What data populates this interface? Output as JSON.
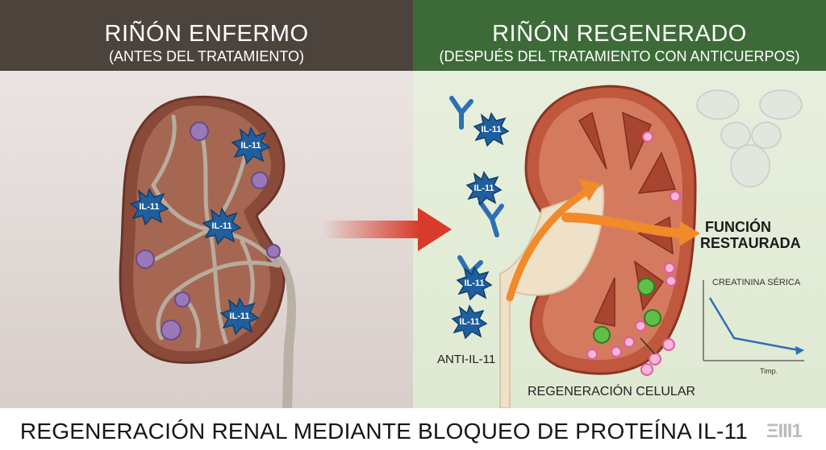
{
  "left": {
    "title": "RIÑÓN ENFERMO",
    "subtitle": "(ANTES DEL TRATAMIENTO)",
    "badges": [
      "IL-11",
      "IL-11",
      "IL-11",
      "IL-11"
    ]
  },
  "right": {
    "title": "RIÑÓN REGENERADO",
    "subtitle": "(DESPUÉS DEL TRATAMIENTO CON ANTICUERPOS)",
    "badges": [
      "IL-11",
      "IL-11",
      "IL-11",
      "IL-11"
    ],
    "antibody_label": "ANTI-IL-11",
    "function_line1": "FUNCIÓN",
    "function_line2": "RESTAURADA",
    "regeneration_label": "REGENERACIÓN CELULAR",
    "graph": {
      "title": "CREATININA SÉRICA",
      "xlabel": "Timp."
    }
  },
  "footer": {
    "title": "REGENERACIÓN RENAL MEDIANTE BLOQUEO DE PROTEÍNA IL-11",
    "watermark": "ΞΙΙΙ1"
  },
  "colors": {
    "left_header": "#4d433d",
    "right_header": "#3d6b38",
    "badge_blue": "#1f5f9e",
    "arrow_red": "#d83a2b",
    "arrow_orange": "#f08a2a"
  }
}
